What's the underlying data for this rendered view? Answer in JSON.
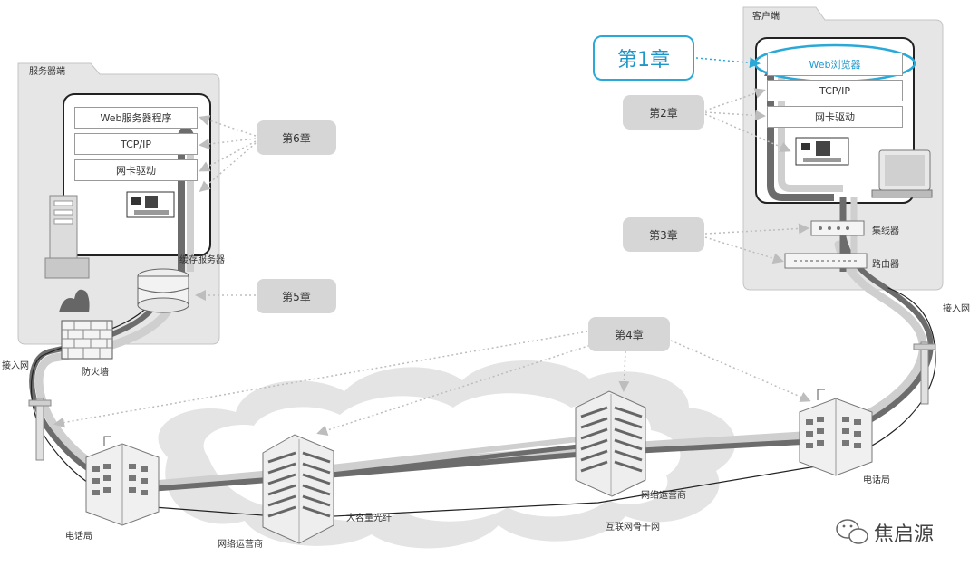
{
  "server": {
    "title": "服务器端",
    "layers": [
      "Web服务器程序",
      "TCP/IP",
      "网卡驱动"
    ],
    "cache_label": "缓存服务器",
    "firewall_label": "防火墙",
    "access_label": "接入网"
  },
  "client": {
    "title": "客户端",
    "layers": [
      "Web浏览器",
      "TCP/IP",
      "网卡驱动"
    ],
    "hub_label": "集线器",
    "router_label": "路由器",
    "access_label": "接入网"
  },
  "chapters": {
    "ch1": "第1章",
    "ch2": "第2章",
    "ch3": "第3章",
    "ch4": "第4章",
    "ch5": "第5章",
    "ch6": "第6章"
  },
  "network": {
    "phone_left": "电话局",
    "phone_right": "电话局",
    "isp_left": "网络运营商",
    "isp_right": "网络运营商",
    "fiber": "大容量光纤",
    "backbone": "互联网骨干网"
  },
  "watermark": "焦启源",
  "colors": {
    "accent": "#2aa9d8",
    "panel": "#e6e6e6",
    "chapter_box": "#d6d6d6",
    "cable_dark": "#707070",
    "cable_light": "#c8c8c8"
  }
}
